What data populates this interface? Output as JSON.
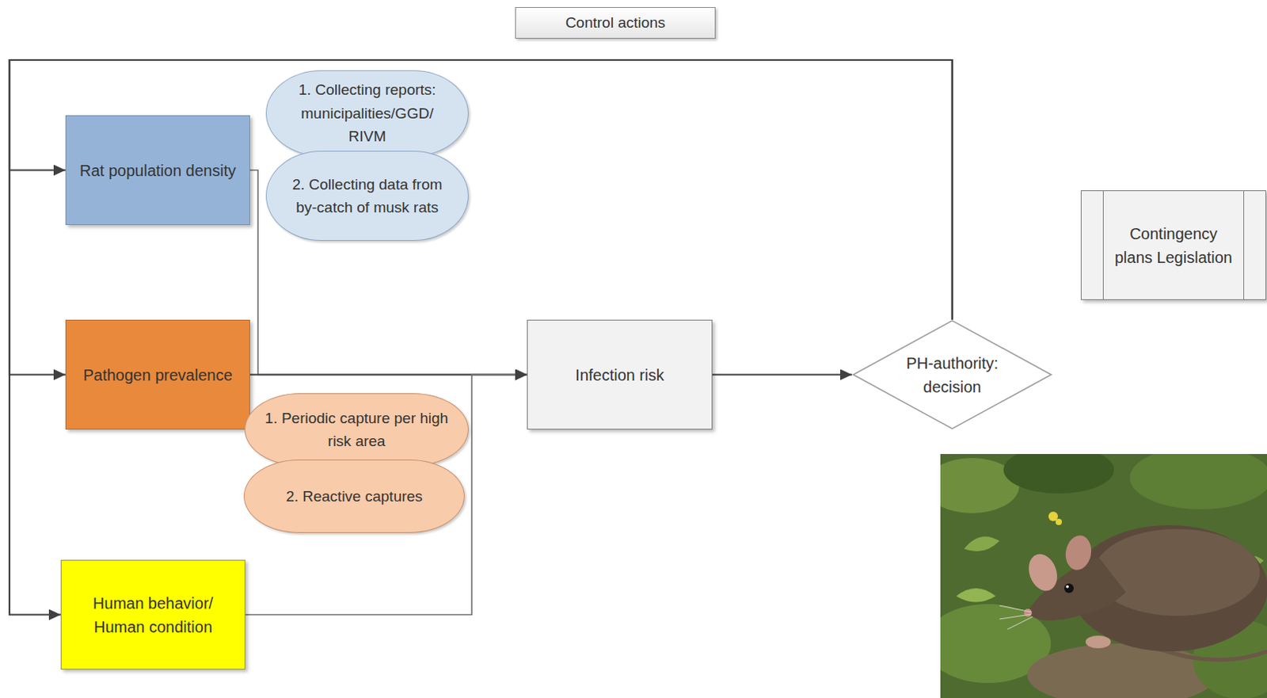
{
  "diagram": {
    "nodes": [
      {
        "text": [
          "Control actions"
        ]
      },
      {
        "text": [
          "Rat population density"
        ]
      },
      {
        "text": [
          "1. Collecting reports: municipalities/GGD/ RIVM"
        ]
      },
      {
        "text": [
          "2. Collecting data from by-catch of musk rats"
        ]
      },
      {
        "text": [
          "Contingency plans Legislation"
        ]
      },
      {
        "text": [
          "Pathogen prevalence"
        ]
      },
      {
        "text": [
          "Infection risk"
        ]
      },
      {
        "text": [
          "PH-authority: decision"
        ]
      },
      {
        "text": [
          "1. Periodic capture per high risk area"
        ]
      },
      {
        "text": [
          "2. Reactive captures"
        ]
      },
      {
        "text": [
          "Human behavior/ Human condition"
        ]
      }
    ],
    "edges": [
      {
        "from": 7,
        "to": 1,
        "arrow": "to"
      },
      {
        "from": 7,
        "to": 5,
        "arrow": "to"
      },
      {
        "from": 7,
        "to": 10,
        "arrow": "to"
      },
      {
        "from": 1,
        "to": 6,
        "arrow": "to"
      },
      {
        "from": 5,
        "to": 6,
        "arrow": "to"
      },
      {
        "from": 10,
        "to": 6,
        "arrow": "to"
      },
      {
        "from": 6,
        "to": 7,
        "arrow": "to"
      }
    ]
  }
}
